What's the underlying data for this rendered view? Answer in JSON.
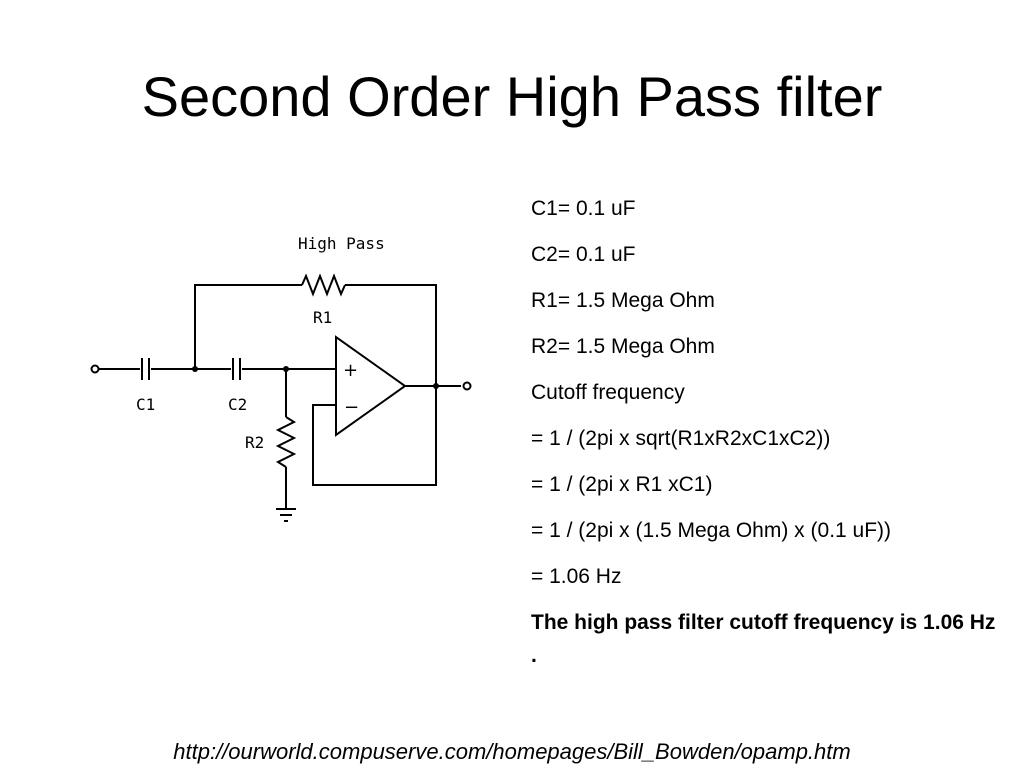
{
  "title": "Second Order High Pass filter",
  "circuit": {
    "heading": "High Pass",
    "labels": {
      "r1": "R1",
      "r2": "R2",
      "c1": "C1",
      "c2": "C2",
      "plus": "+",
      "minus": "−"
    }
  },
  "values": {
    "c1": "C1= 0.1 uF",
    "c2": "C2= 0.1 uF",
    "r1": "R1= 1.5 Mega Ohm",
    "r2": "R2= 1.5 Mega Ohm"
  },
  "calculation": {
    "heading": "Cutoff frequency",
    "step1": "= 1 / (2pi x sqrt(R1xR2xC1xC2))",
    "step2": "= 1 / (2pi x R1 xC1)",
    "step3": "= 1 / (2pi x (1.5 Mega Ohm) x (0.1 uF))",
    "result": "= 1.06 Hz"
  },
  "conclusion": "The high pass filter cutoff frequency is 1.06 Hz .",
  "source_url": "http://ourworld.compuserve.com/homepages/Bill_Bowden/opamp.htm"
}
